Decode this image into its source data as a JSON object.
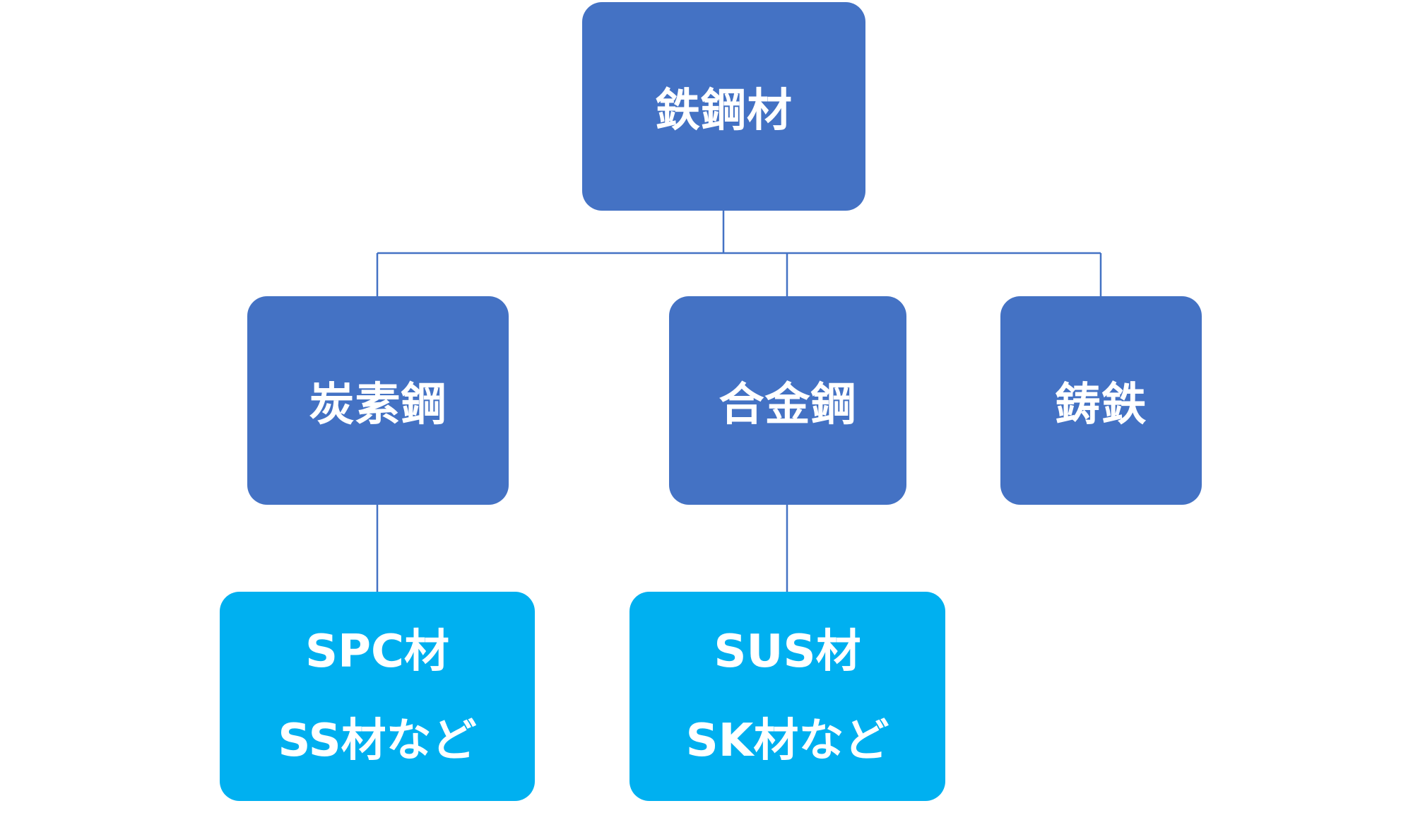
{
  "diagram": {
    "root": {
      "label": "鉄鋼材"
    },
    "children": [
      {
        "label": "炭素鋼",
        "examples": [
          "SPC材",
          "SS材など"
        ]
      },
      {
        "label": "合金鋼",
        "examples": [
          "SUS材",
          "SK材など"
        ]
      },
      {
        "label": "鋳鉄"
      }
    ]
  },
  "colors": {
    "primary_node": "#4472C4",
    "secondary_node": "#00B0F0",
    "connector": "#4472C4",
    "text": "#FFFFFF"
  }
}
